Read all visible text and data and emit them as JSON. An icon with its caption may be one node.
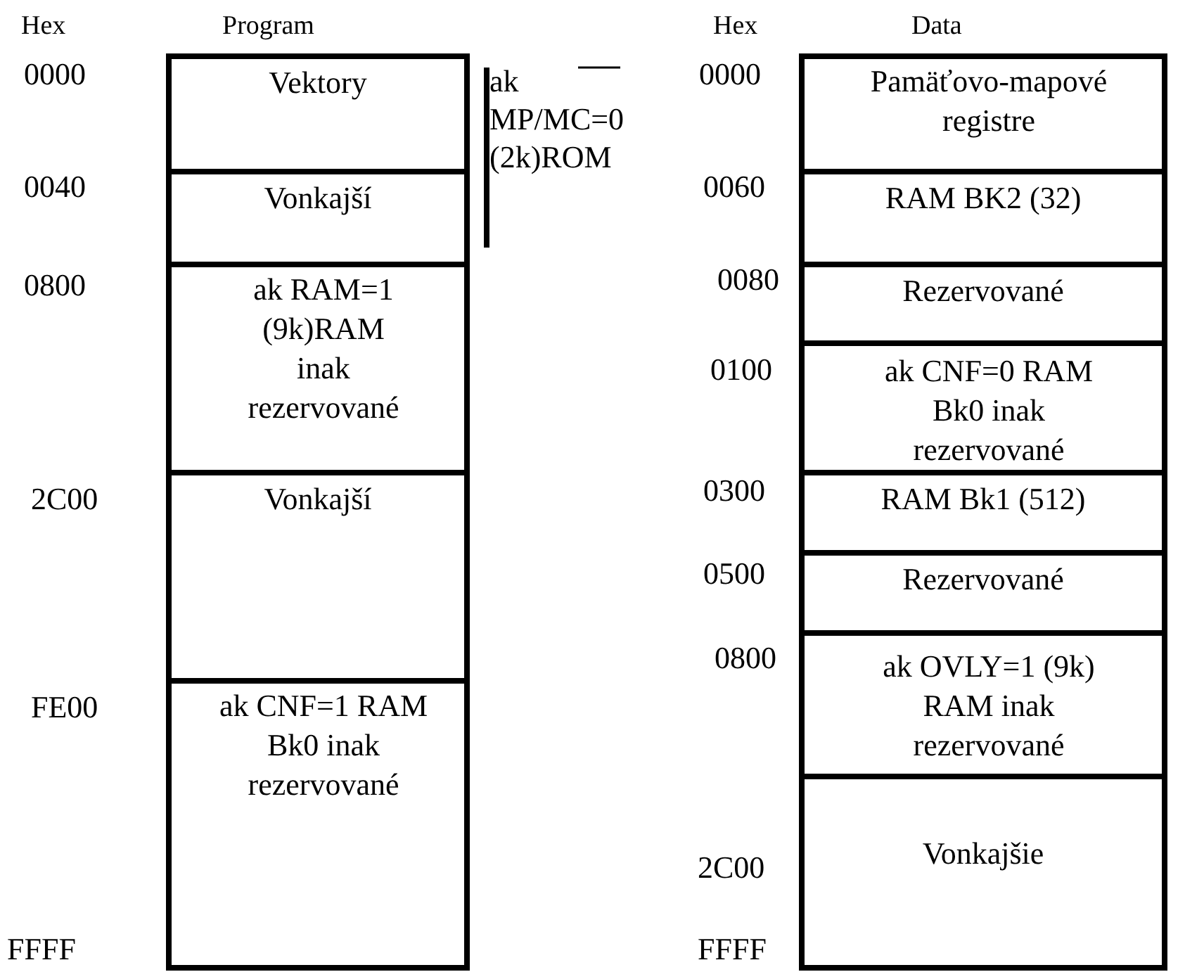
{
  "diagram": {
    "nodes": [
      {
        "text": [
          "Vektory"
        ]
      },
      {
        "text": [
          "Vonkajší"
        ]
      },
      {
        "text": [
          "ak RAM=1 (9k)RAM inak rezervované"
        ]
      },
      {
        "text": [
          "Vonkajší"
        ]
      },
      {
        "text": [
          "ak CNF=1 RAM Bk0 inak rezervované"
        ]
      },
      {
        "text": [
          "Pamäťovo-mapové registre"
        ]
      },
      {
        "text": [
          "RAM BK2  (32)"
        ]
      },
      {
        "text": [
          "Rezervované"
        ]
      },
      {
        "text": [
          "ak CNF=0 RAM Bk0 inak rezervované"
        ]
      },
      {
        "text": [
          "RAM Bk1 (512)"
        ]
      },
      {
        "text": [
          "Rezervované"
        ]
      },
      {
        "text": [
          "ak OVLY=1 (9k) RAM inak rezervované"
        ]
      },
      {
        "text": [
          "Vonkajšie"
        ]
      }
    ],
    "labels": [
      "Hex",
      "Program",
      "Hex",
      "Data",
      "0000",
      "0040",
      "0800",
      "2C00",
      "FE00",
      "FFFF",
      "ak MP/MC=0 (2k)ROM",
      "0000",
      "0060",
      "0080",
      "0100",
      "0300",
      "0500",
      "0800",
      "2C00",
      "FFFF"
    ]
  }
}
